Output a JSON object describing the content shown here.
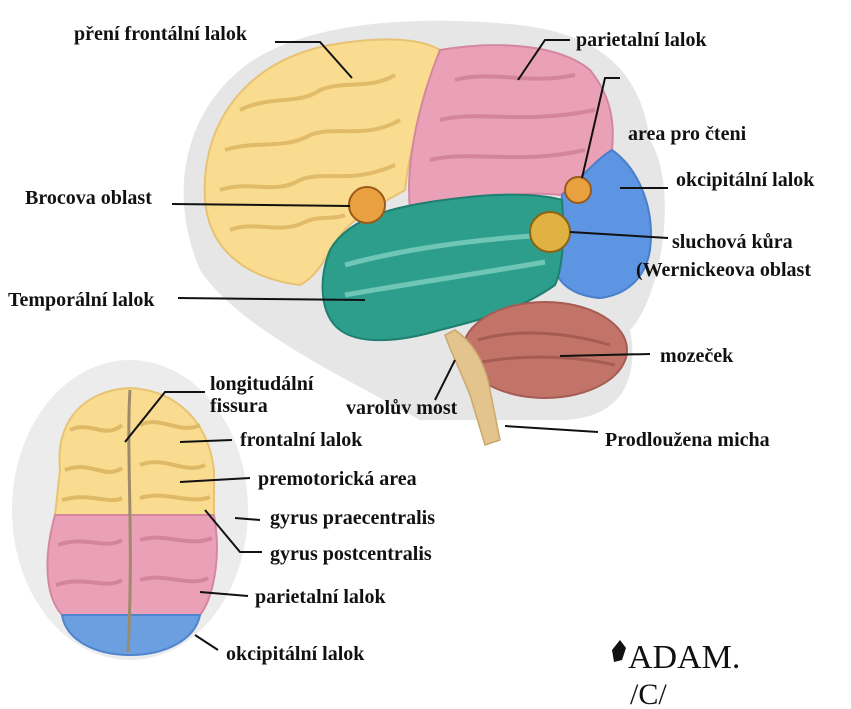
{
  "lateral_labels": {
    "frontal_lobe": "pření frontální lalok",
    "parietal_lobe": "parietalní lalok",
    "reading_area": "area pro čteni",
    "occipital_lobe": "okcipitální lalok",
    "broca_area": "Brocova oblast",
    "auditory_cortex_line1": "sluchová kůra",
    "auditory_cortex_line2": "(Wernickeova oblast",
    "temporal_lobe": "Temporální lalok",
    "cerebellum": "mozeček",
    "pons": "varolův most",
    "medulla": "Prodloužena micha"
  },
  "top_labels": {
    "longitudinal_fissure_line1": "longitudální",
    "longitudinal_fissure_line2": "fissura",
    "frontal_lobe": "frontalní lalok",
    "premotor_area": "premotorická area",
    "precentral_gyrus": "gyrus praecentralis",
    "postcentral_gyrus": "gyrus postcentralis",
    "parietal_lobe": "parietalní lalok",
    "occipital_lobe": "okcipitální lalok"
  },
  "logo": {
    "brand": "ADAM.",
    "mark": "/C/"
  },
  "colors": {
    "frontal": "#f9dc8f",
    "parietal": "#eaa1b8",
    "occipital": "#5d95e3",
    "temporal": "#2e9e8c",
    "cerebellum": "#c27468",
    "stem": "#e3c48d",
    "marker": "#e8a040"
  }
}
